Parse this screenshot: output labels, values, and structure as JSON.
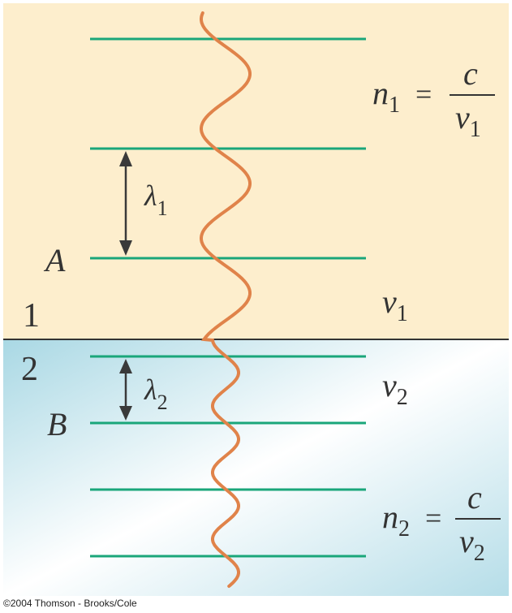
{
  "labels": {
    "point_a": "A",
    "point_b": "B",
    "medium_1": "1",
    "medium_2": "2",
    "lambda_1": {
      "symbol": "λ",
      "subscript": "1"
    },
    "lambda_2": {
      "symbol": "λ",
      "subscript": "2"
    },
    "v1": {
      "symbol": "v",
      "subscript": "1"
    },
    "v2": {
      "symbol": "v",
      "subscript": "2"
    },
    "n1_formula": {
      "lhs": "n",
      "lhs_sub": "1",
      "equals": "=",
      "numerator": "c",
      "denominator": "v",
      "denominator_sub": "1"
    },
    "n2_formula": {
      "lhs": "n",
      "lhs_sub": "2",
      "equals": "=",
      "numerator": "c",
      "denominator": "v",
      "denominator_sub": "2"
    }
  },
  "copyright": "©2004 Thomson - Brooks/Cole",
  "colors": {
    "medium_1": "#fdeecd",
    "medium_2_light": "#ffffff",
    "medium_2_tint": "#a9d8e4",
    "wavefront": "#1aa67a",
    "wave": "#e0834a",
    "arrow": "#3a3a3a",
    "boundary": "#333333"
  }
}
